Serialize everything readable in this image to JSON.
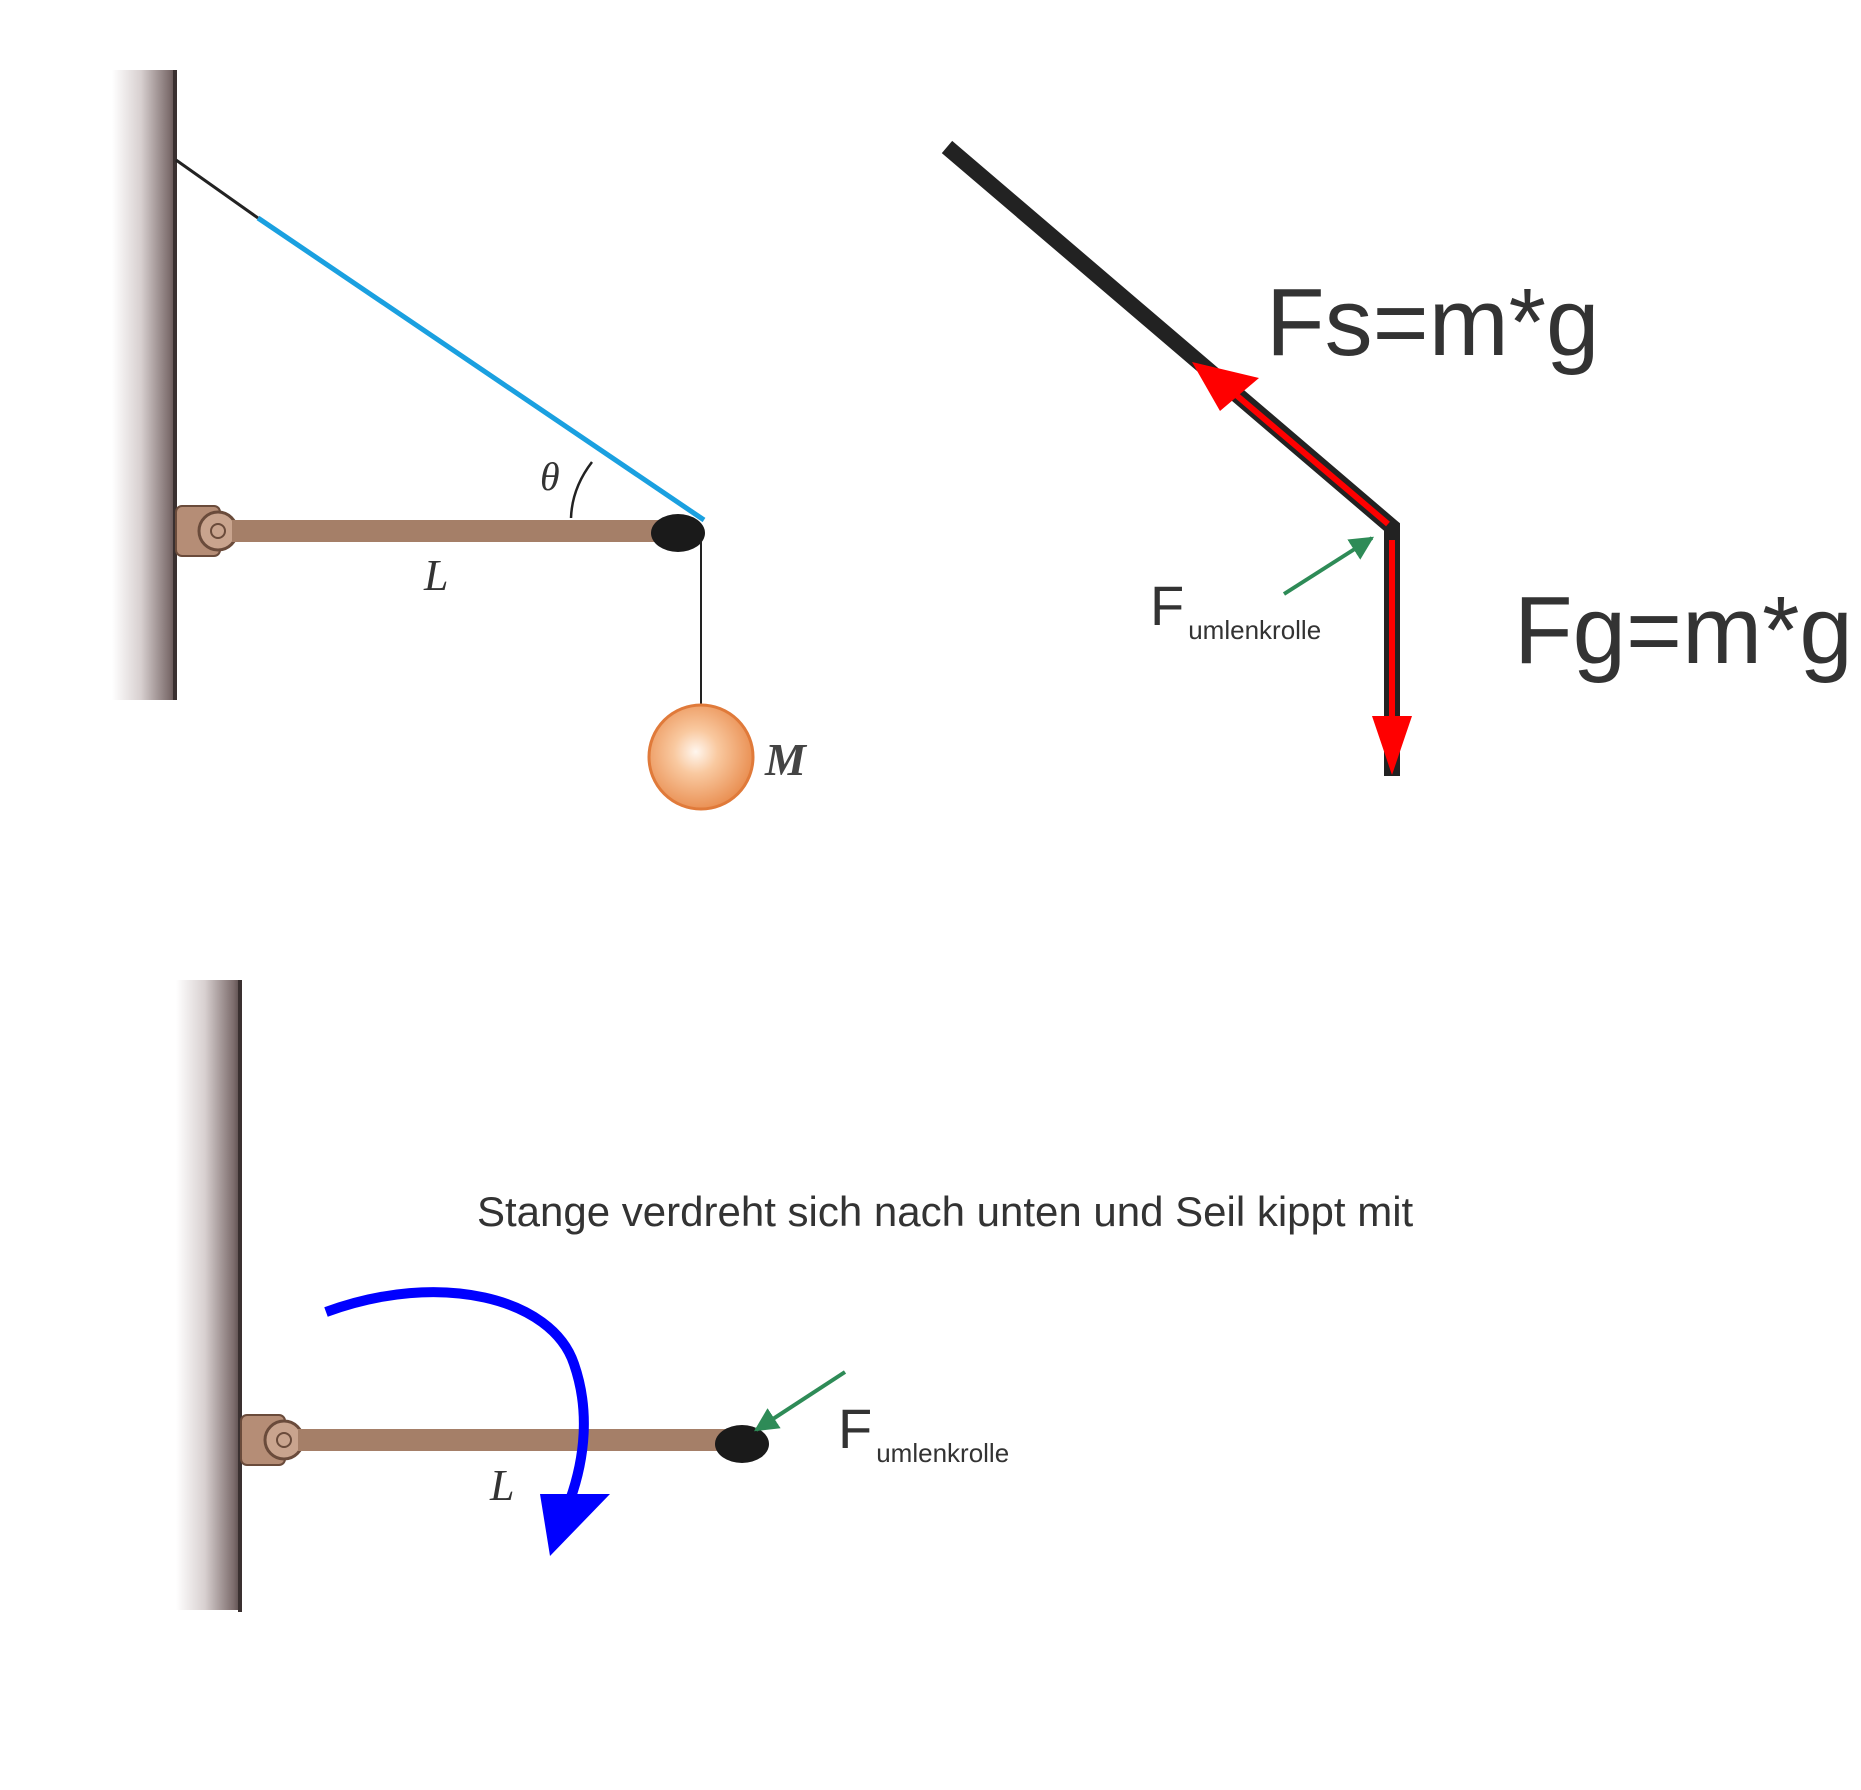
{
  "diagram_top": {
    "angle_label": "θ",
    "length_label": "L",
    "mass_label": "M"
  },
  "force_diagram": {
    "rope_force": "Fs=m*g",
    "gravity_force": "Fg=m*g",
    "pulley_force_main": "F",
    "pulley_force_sub": "umlenkrolle"
  },
  "diagram_bottom": {
    "length_label": "L",
    "caption": "Stange verdreht sich nach unten und Seil kippt mit",
    "pulley_force_main": "F",
    "pulley_force_sub": "umlenkrolle"
  },
  "colors": {
    "wall": "#8a7b7b",
    "rod": "#a57f68",
    "rope_blue": "#1aa0e0",
    "force_red": "#ff0000",
    "force_green": "#2e8b57",
    "rotation_blue": "#0000ff",
    "mass_orange": "#f4a060"
  }
}
